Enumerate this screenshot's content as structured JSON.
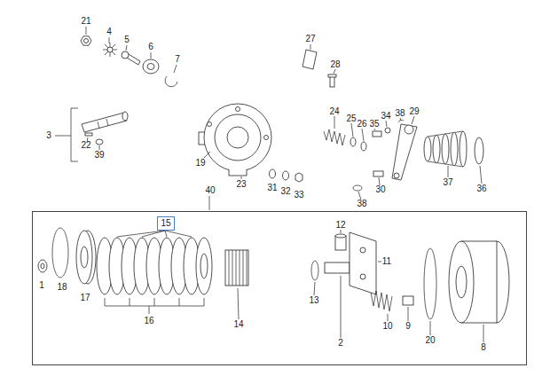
{
  "diagram": {
    "nodes": [
      {
        "text": [
          "40"
        ]
      },
      {
        "text": [
          "15"
        ],
        "in": 0
      }
    ],
    "labels": [
      "21",
      "4",
      "5",
      "6",
      "7",
      "27",
      "28",
      "3",
      "22",
      "39",
      "19",
      "23",
      "31",
      "32",
      "33",
      "24",
      "25",
      "26",
      "35",
      "34",
      "38",
      "29",
      "37",
      "36",
      "30",
      "38",
      "12",
      "11",
      "1",
      "18",
      "17",
      "16",
      "14",
      "13",
      "2",
      "10",
      "9",
      "20",
      "8"
    ]
  }
}
